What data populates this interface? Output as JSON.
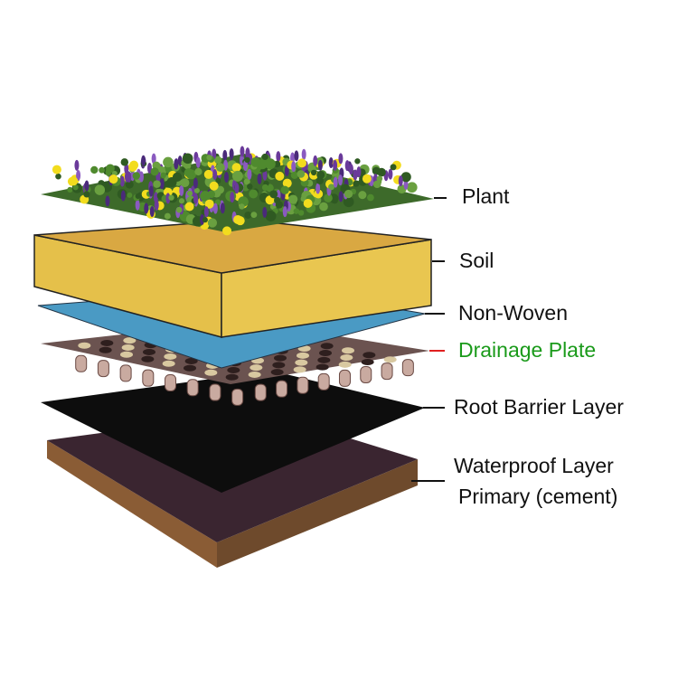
{
  "labels": {
    "plant": "Plant",
    "soil": "Soil",
    "non_woven": "Non-Woven",
    "drainage_plate": "Drainage Plate",
    "root_barrier": "Root Barrier Layer",
    "waterproof_line1": "Waterproof Layer",
    "waterproof_line2": "Primary (cement)"
  },
  "colors": {
    "soil": "#e7c24a",
    "non_woven": "#4a9ac4",
    "drainage_plate": "#6b5350",
    "root_barrier": "#0d0d0d",
    "waterproof_top": "#3a2530",
    "waterproof_side": "#7a5232",
    "drainage_label": "#1a9a1a",
    "drainage_leader": "#e02020"
  }
}
